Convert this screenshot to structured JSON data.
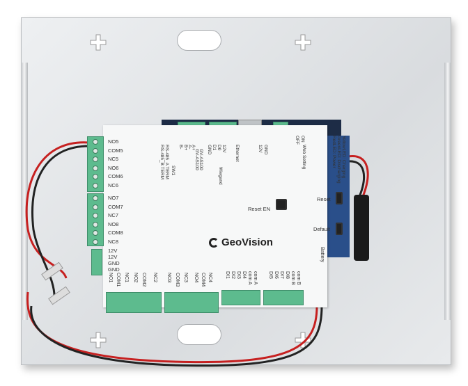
{
  "brand": "GeoVision",
  "left_terminals": [
    "NO5",
    "COM5",
    "NC5",
    "NO6",
    "COM6",
    "NC6",
    "NO7",
    "COM7",
    "NC7",
    "NO8",
    "COM8",
    "NC8"
  ],
  "power_terminals": [
    "12V",
    "12V",
    "GND",
    "GND"
  ],
  "bottom_labels": [
    "NO1",
    "COM1",
    "NC1",
    "NO2",
    "COM2",
    "NC2",
    "NO3",
    "COM3",
    "NC3",
    "NO4",
    "COM4",
    "NC4"
  ],
  "input_labels_a": [
    "DI1",
    "DI2",
    "DI3",
    "DI4",
    "com A",
    "com A"
  ],
  "input_labels_b": [
    "DI5",
    "DI6",
    "DI7",
    "DI8",
    "com B",
    "com B"
  ],
  "top_labels": [
    "RS-485_B TERM",
    "RS-485_A TERM",
    "SW1",
    "B-",
    "B+",
    "GV-AS100",
    "A-",
    "A+",
    "GV-AS100",
    "GND",
    "D1",
    "D0",
    "12V",
    "Wiegand",
    "Ethernet",
    "12V",
    "GND",
    "ON",
    "OFF",
    "Web Setting",
    "RedLED: Power",
    "GreenLED: Discharging",
    "YellowLED: Charging"
  ],
  "buttons": {
    "reset_en": "Reset EN",
    "reset": "Reset",
    "default": "Default",
    "battery": "Battery"
  }
}
